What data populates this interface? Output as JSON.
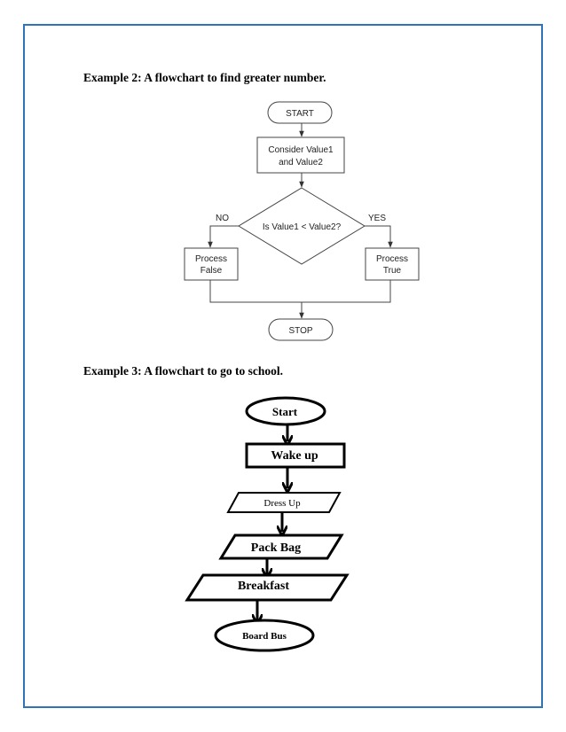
{
  "example2": {
    "heading": "Example 2: A flowchart to find greater number.",
    "start": "START",
    "consider_line1": "Consider Value1",
    "consider_line2": "and Value2",
    "decision": "Is Value1 < Value2?",
    "no_label": "NO",
    "yes_label": "YES",
    "false_line1": "Process",
    "false_line2": "False",
    "true_line1": "Process",
    "true_line2": "True",
    "stop": "STOP"
  },
  "example3": {
    "heading": "Example 3: A flowchart to go to school.",
    "start": "Start",
    "wake_up": "Wake up",
    "dress_up": "Dress Up",
    "pack_bag": "Pack Bag",
    "breakfast": "Breakfast",
    "board_bus": "Board Bus"
  },
  "colors": {
    "frame_border": "#2f75b5"
  }
}
